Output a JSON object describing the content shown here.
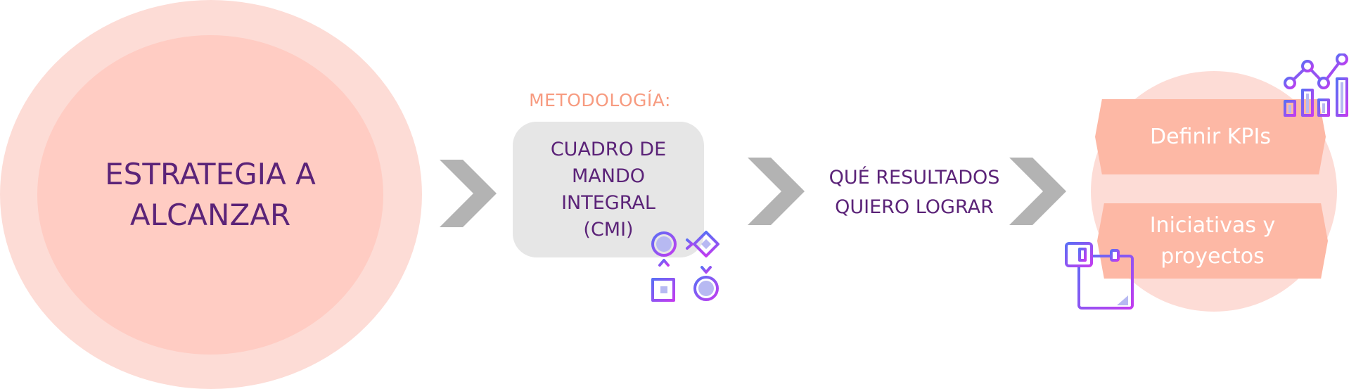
{
  "strategy": {
    "lines": [
      "ESTRATEGIA A",
      "ALCANZAR"
    ]
  },
  "methodology": {
    "label": "METODOLOGÍA:",
    "lines": [
      "CUADRO DE",
      "MANDO",
      "INTEGRAL",
      "(CMI)"
    ]
  },
  "results": {
    "lines": [
      "QUÉ RESULTADOS",
      "QUIERO LOGRAR"
    ]
  },
  "outcomes": {
    "kpis": {
      "lines": [
        "Definir KPIs"
      ]
    },
    "initiatives": {
      "lines": [
        "Iniciativas y",
        "proyectos"
      ]
    }
  },
  "icons": {
    "methodology": "workflow-icon",
    "kpis": "analytics-chart-icon",
    "initiatives": "calendar-planning-icon"
  },
  "colors": {
    "text_primary": "#5b2378",
    "label_accent": "#f79b80",
    "chevron": "#b3b3b3",
    "circle_light": "#fddcd6",
    "circle_mid": "#ffccc3",
    "box_grey": "#e6e6e6",
    "hexagon": "#fdb8a5",
    "icon_gradient_start": "#5b6ef5",
    "icon_gradient_end": "#c23cf0"
  }
}
